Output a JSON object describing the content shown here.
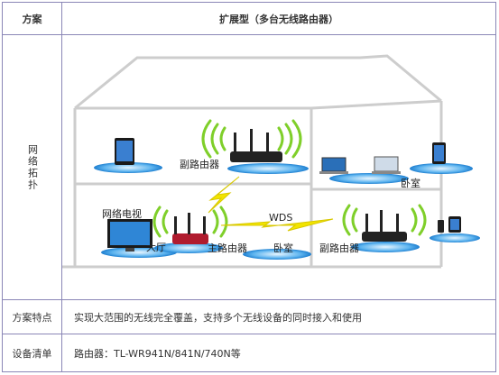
{
  "table": {
    "header": {
      "col1": "方案",
      "col2": "扩展型（多台无线路由器）"
    },
    "row_topology": {
      "label": "网络拓扑"
    },
    "row_features": {
      "label": "方案特点",
      "value": "实现大范围的无线完全覆盖，支持多个无线设备的同时接入和使用"
    },
    "row_equipment": {
      "label": "设备清单",
      "value": "路由器：TL-WR941N/841N/740N等"
    }
  },
  "diagram": {
    "labels": {
      "sub_router_top": "副路由器",
      "network_tv": "网络电视",
      "hall": "大厅",
      "main_router": "主路由器",
      "wds": "WDS",
      "bedroom_bottom": "卧室",
      "sub_router_right": "副路由器",
      "bedroom_right": "卧室"
    },
    "colors": {
      "border": "#8a86b6",
      "house_line": "#c9c9c9",
      "wifi_green": "#7fcf2a",
      "ellipse_blue": "#2a8fd8",
      "bolt_yellow": "#f2e400"
    }
  }
}
